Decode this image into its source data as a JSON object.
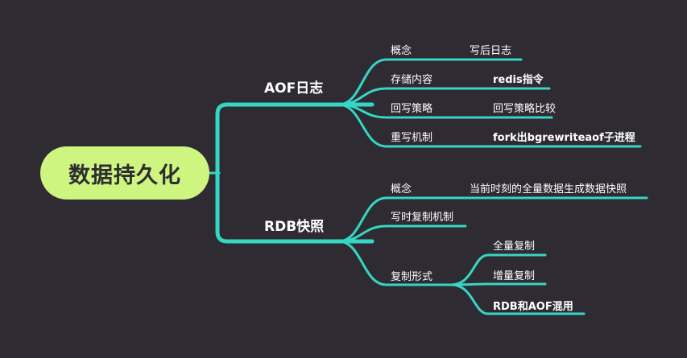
{
  "root": "数据持久化",
  "aof": {
    "title": "AOF日志",
    "items": [
      {
        "label": "概念",
        "value": "写后日志"
      },
      {
        "label": "存储内容",
        "value": "redis指令"
      },
      {
        "label": "回写策略",
        "value": "回写策略比较"
      },
      {
        "label": "重写机制",
        "value": "fork出bgrewriteaof子进程"
      }
    ]
  },
  "rdb": {
    "title": "RDB快照",
    "concept": {
      "label": "概念",
      "value": "当前时刻的全量数据生成数据快照"
    },
    "cow": "写时复制机制",
    "copy_mode": {
      "label": "复制形式",
      "children": [
        "全量复制",
        "增量复制",
        "RDB和AOF混用"
      ]
    }
  },
  "colors": {
    "background": "#2f2b33",
    "line": "#35d6c4",
    "root_fill": "#cdf57f"
  }
}
